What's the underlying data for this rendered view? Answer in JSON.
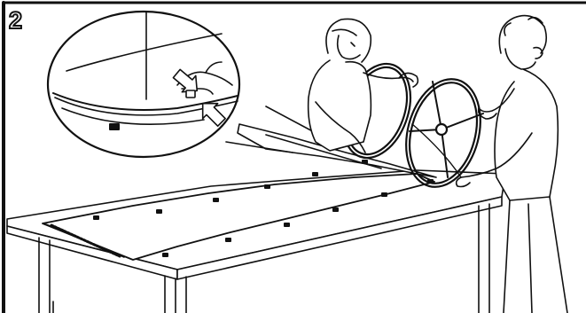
{
  "illustration": {
    "step_number": "2",
    "colors": {
      "ink": "#111111",
      "paper": "#ffffff",
      "border": "#111111"
    },
    "elements": [
      "detail-magnifier",
      "table",
      "screen-panel",
      "fastener-clips",
      "hoop-frames",
      "person-left",
      "person-right"
    ]
  }
}
